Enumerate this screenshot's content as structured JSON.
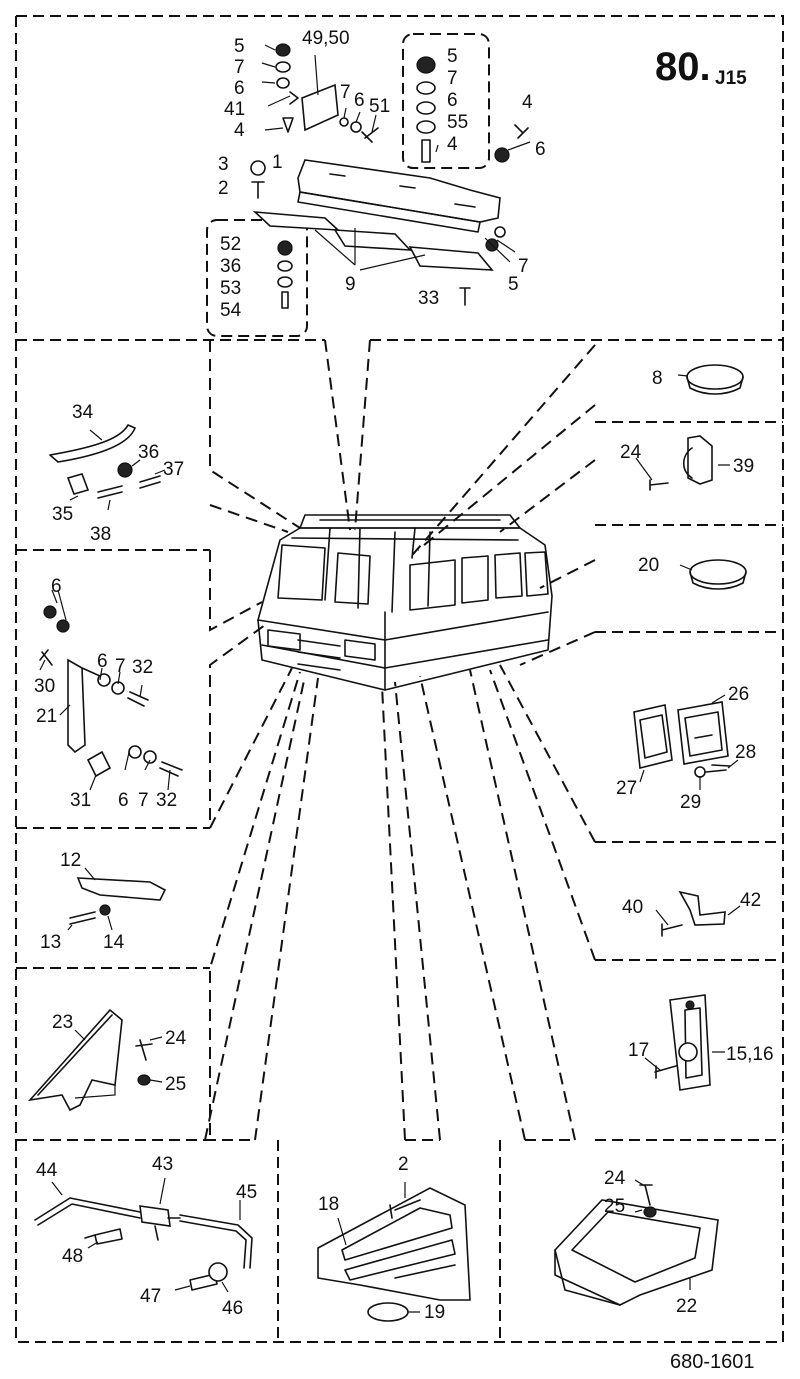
{
  "header": {
    "group_code": "80.",
    "group_suffix": "J15",
    "drawing_number": "680-1601"
  },
  "labels": {
    "top": [
      "5",
      "7",
      "6",
      "41",
      "4",
      "49,50",
      "7",
      "6",
      "51",
      "5",
      "7",
      "6",
      "55",
      "4",
      "4",
      "6",
      "3",
      "1",
      "2",
      "52",
      "36",
      "53",
      "54",
      "9",
      "33",
      "5",
      "7"
    ],
    "left": [
      "34",
      "36",
      "37",
      "35",
      "38",
      "6",
      "6",
      "7",
      "32",
      "30",
      "21",
      "31",
      "6",
      "7",
      "32",
      "12",
      "13",
      "14",
      "23",
      "24",
      "25"
    ],
    "right": [
      "8",
      "24",
      "39",
      "20",
      "26",
      "27",
      "28",
      "29",
      "40",
      "42",
      "17",
      "15,16"
    ],
    "bottom": [
      "44",
      "43",
      "45",
      "48",
      "47",
      "46",
      "2",
      "18",
      "19",
      "24",
      "25",
      "22"
    ]
  }
}
